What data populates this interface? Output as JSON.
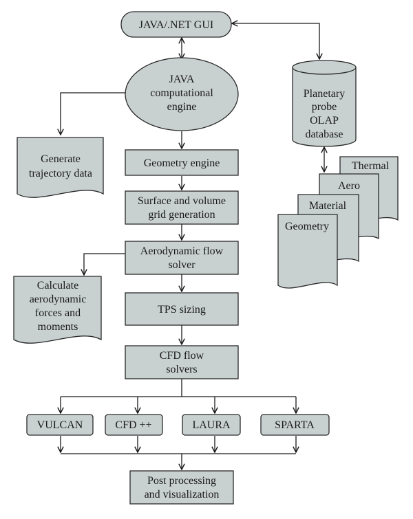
{
  "diagram": {
    "gui": "JAVA/.NET GUI",
    "engine": [
      "JAVA",
      "computational",
      "engine"
    ],
    "trajectory": [
      "Generate",
      "trajectory data"
    ],
    "geometry_engine": "Geometry engine",
    "grid": [
      "Surface and volume",
      "grid generation"
    ],
    "aero_solver": [
      "Aerodynamic flow",
      "solver"
    ],
    "forces": [
      "Calculate",
      "aerodynamic",
      "forces and",
      "moments"
    ],
    "tps": "TPS sizing",
    "cfd": [
      "CFD flow",
      "solvers"
    ],
    "solvers": [
      "VULCAN",
      "CFD ++",
      "LAURA",
      "SPARTA"
    ],
    "post": [
      "Post processing",
      "and visualization"
    ],
    "database": [
      "Planetary",
      "probe",
      "OLAP",
      "database"
    ],
    "docs": [
      "Thermal",
      "Aero",
      "Material",
      "Geometry"
    ]
  }
}
